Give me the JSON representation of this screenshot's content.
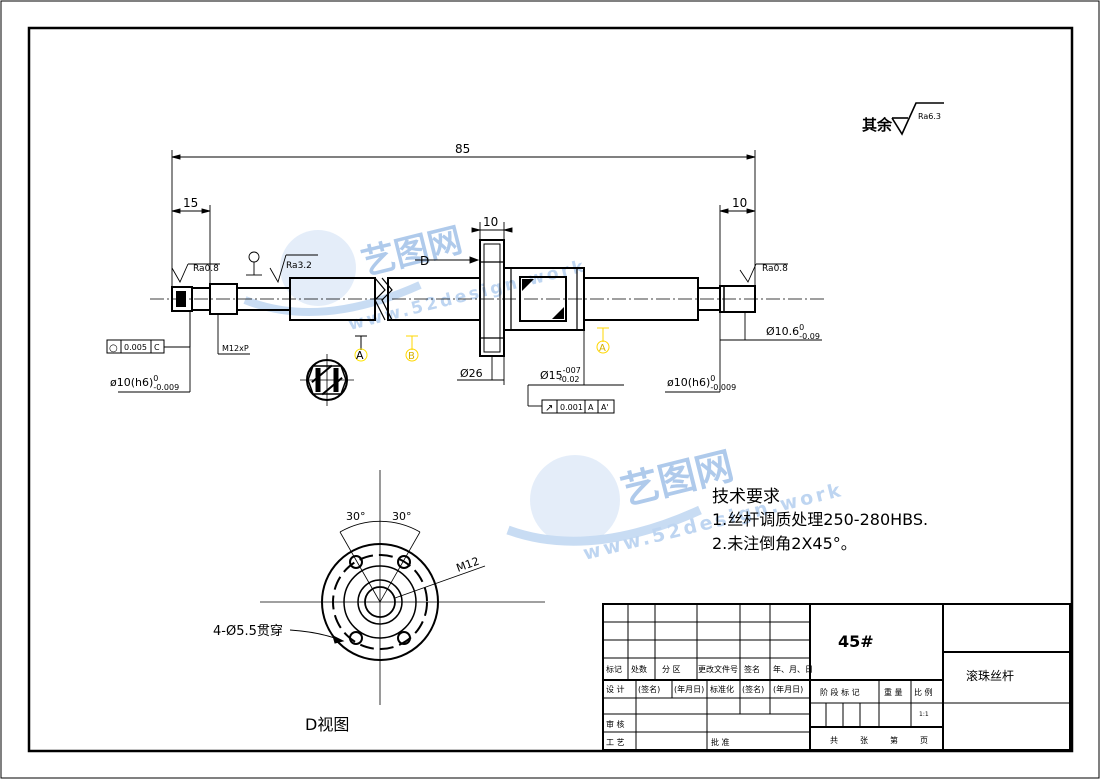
{
  "roughness": {
    "label": "其余",
    "value": "Ra6.3"
  },
  "dimensions": {
    "total_length": "85",
    "left_end_length": "15",
    "flange_width": "10",
    "right_end_length": "10",
    "ra_left": "Ra0.8",
    "ra_mid": "Ra3.2",
    "ra_right": "Ra0.8",
    "datum_d": "D",
    "thread": "M12xP",
    "flange_dia": "Ø26",
    "shaft_dia": "Ø15",
    "shaft_tol_upper": "-007",
    "shaft_tol_lower": "-0.02",
    "left_dia": "ø10(h6)",
    "left_tol_upper": "0",
    "left_tol_lower": "-0.009",
    "right_dia": "ø10(h6)",
    "right_tol_upper": "0",
    "right_tol_lower": "-0.009",
    "step_dia": "Ø10.6",
    "step_tol_upper": "0",
    "step_tol_lower": "-0.09",
    "section_a": "A",
    "section_b": "B",
    "section_c": "A"
  },
  "tolerance_frames": {
    "circularity": {
      "symbol": "○",
      "value": "0.005",
      "datum": "C"
    },
    "runout": {
      "symbol": "↗",
      "value": "0.001",
      "datum1": "A",
      "datum2": "A'"
    }
  },
  "side_view": {
    "angle_left": "30°",
    "angle_right": "30°",
    "thread": "M12",
    "holes": "4-Ø5.5贯穿",
    "caption": "D视图"
  },
  "tech_requirements": {
    "heading": "技术要求",
    "item1": "1.丝杆调质处理250-280HBS.",
    "item2": "2.未注倒角2X45°。"
  },
  "watermark": {
    "text": "艺图网",
    "url": "www.52design.work"
  },
  "title_block": {
    "material": "45#",
    "part_name": "滚珠丝杆",
    "row_headers": [
      "标记",
      "处数",
      "分 区",
      "更改文件号",
      "签名",
      "年、月、日"
    ],
    "design_row": [
      "设 计",
      "(签名)",
      "(年月日)",
      "标准化",
      "(签名)",
      "(年月日)"
    ],
    "stage_headers": [
      "阶 段 标 记",
      "重 量",
      "比 例"
    ],
    "scale": "1:1",
    "review": "审 核",
    "process": "工 艺",
    "approve": "批 准",
    "sheet_info": [
      "共",
      "张",
      "第",
      "页"
    ]
  }
}
